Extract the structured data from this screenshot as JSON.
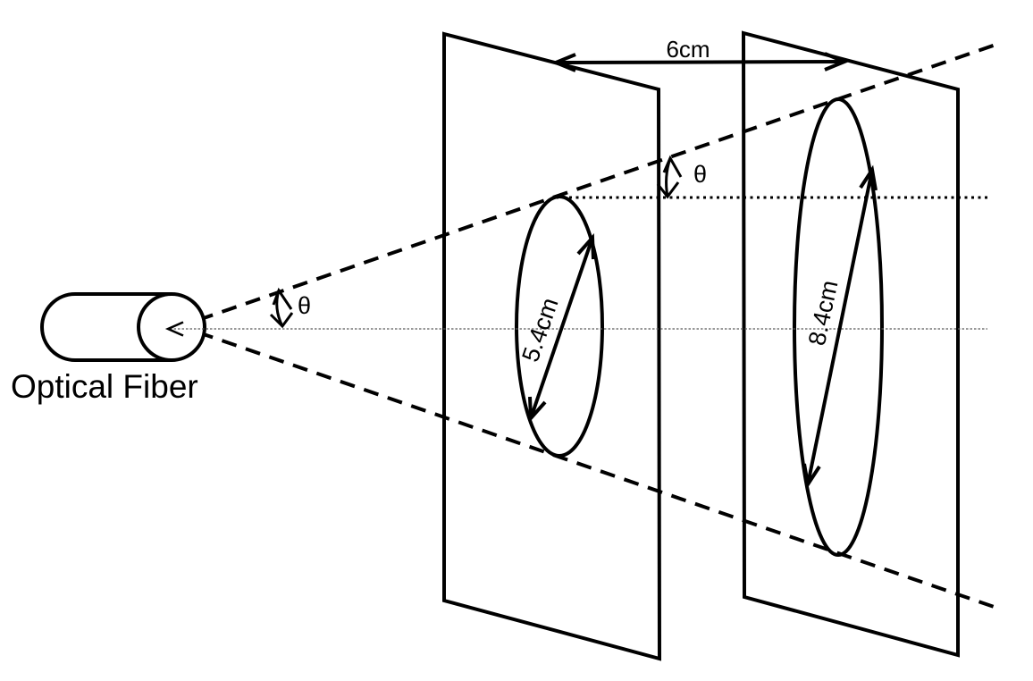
{
  "diagram": {
    "title_hint": "optical fiber light divergence onto two screens",
    "labels": {
      "optical_fiber": "Optical Fiber",
      "screen_gap": "6cm",
      "theta_source": "θ",
      "theta_screen": "θ",
      "spot1_diameter": "5.4cm",
      "spot2_diameter": "8.4cm"
    },
    "colors": {
      "line": "#000000",
      "axis_line": "#5a5a5a",
      "background": "#ffffff"
    }
  }
}
